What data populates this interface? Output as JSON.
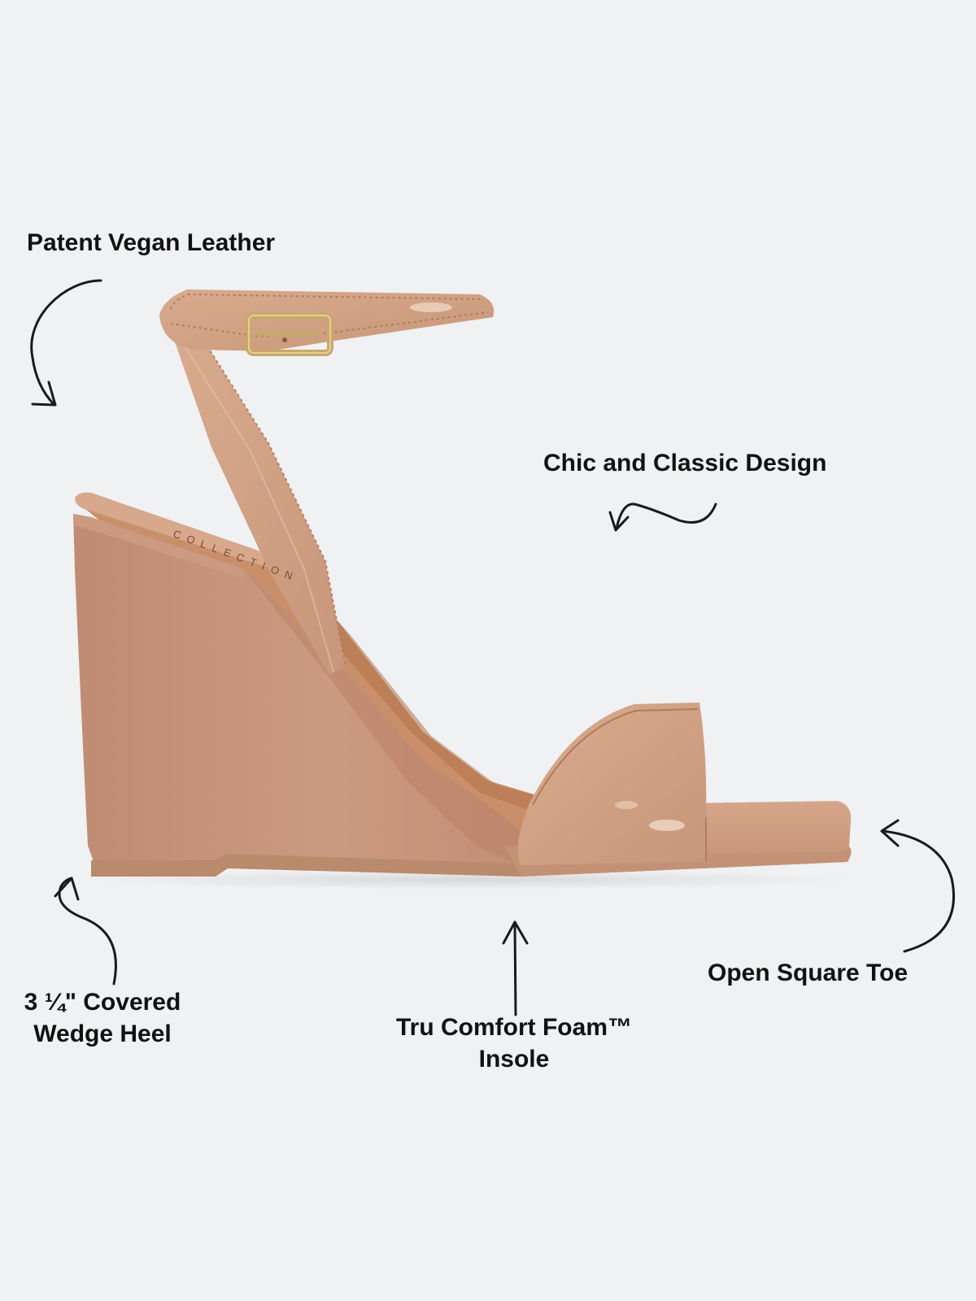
{
  "callouts": {
    "patent_vegan_leather": "Patent Vegan Leather",
    "chic_classic_design": "Chic and Classic Design",
    "covered_wedge_heel_line1": "3 ¼\" Covered",
    "covered_wedge_heel_line2": "Wedge Heel",
    "tru_comfort_line1": "Tru Comfort Foam™",
    "tru_comfort_line2": "Insole",
    "open_square_toe": "Open Square Toe"
  },
  "insole_brand_text": "COLLECTION",
  "colors": {
    "background": "#eff1f3",
    "text": "#111111",
    "patent_tan": "#d3a386",
    "wedge_body": "#c4917a",
    "buckle_gold": "#c9a86a"
  },
  "icons": [
    "curved-arrow-icon",
    "squiggle-arrow-icon",
    "straight-arrow-icon"
  ]
}
